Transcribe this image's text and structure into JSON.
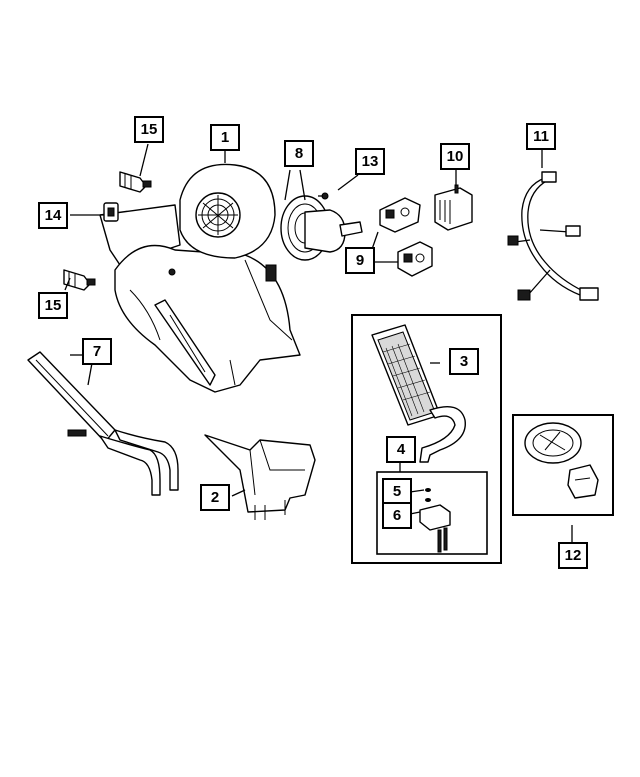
{
  "callouts": {
    "c1": "1",
    "c2": "2",
    "c3": "3",
    "c4": "4",
    "c5": "5",
    "c6": "6",
    "c7": "7",
    "c8": "8",
    "c9": "9",
    "c10": "10",
    "c11": "11",
    "c12": "12",
    "c13": "13",
    "c14": "14",
    "c15a": "15",
    "c15b": "15"
  }
}
